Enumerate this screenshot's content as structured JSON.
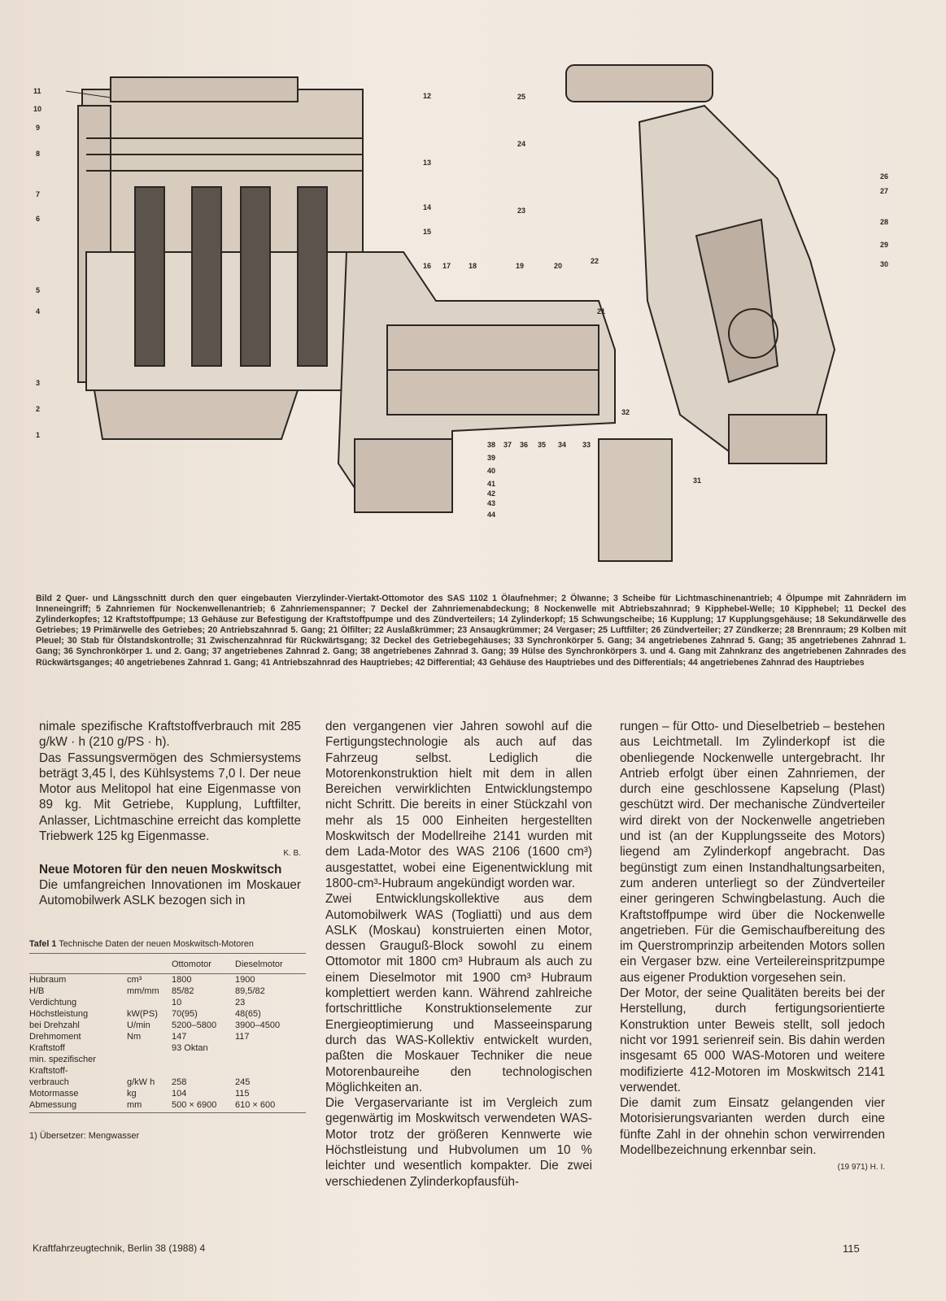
{
  "figure": {
    "label": "Bild 2",
    "caption": " Quer- und Längsschnitt durch den quer eingebauten Vierzylinder-Viertakt-Ottomotor des SAS 1102 1 Ölaufnehmer; 2 Ölwanne; 3 Scheibe für Lichtmaschinenantrieb; 4 Ölpumpe mit Zahnrädern im Inneneingriff; 5 Zahnriemen für Nockenwellenantrieb; 6 Zahnriemenspanner; 7 Deckel der Zahnriemenabdeckung; 8 Nockenwelle mit Abtriebszahnrad; 9 Kipphebel-Welle; 10 Kipphebel; 11 Deckel des Zylinderkopfes; 12 Kraftstoffpumpe; 13 Gehäuse zur Befestigung der Kraftstoffpumpe und des Zündverteilers; 14 Zylinderkopf; 15 Schwungscheibe; 16 Kupplung; 17 Kupplungsgehäuse; 18 Sekundärwelle des Getriebes; 19 Primärwelle des Getriebes; 20 Antriebszahnrad 5. Gang; 21 Ölfilter; 22 Auslaßkrümmer; 23 Ansaugkrümmer; 24 Vergaser; 25 Luftfilter; 26 Zündverteiler; 27 Zündkerze; 28 Brennraum; 29 Kolben mit Pleuel; 30 Stab für Ölstandskontrolle; 31 Zwischenzahnrad für Rückwärtsgang; 32 Deckel des Getriebegehäuses; 33 Synchronkörper 5. Gang; 34 angetriebenes Zahnrad 5. Gang; 35 angetriebenes Zahnrad 1. Gang; 36 Synchronkörper 1. und 2. Gang; 37 angetriebenes Zahnrad 2. Gang; 38 angetriebenes Zahnrad 3. Gang; 39 Hülse des Synchronkörpers 3. und 4. Gang mit Zahnkranz des angetriebenen Zahnrades des Rückwärtsganges; 40 angetriebenes Zahnrad 1. Gang; 41 Antriebszahnrad des Hauptriebes; 42 Differential; 43 Gehäuse des Hauptriebes und des Differentials; 44 angetriebenes Zahnrad des Hauptriebes"
  },
  "col1": {
    "p1": "nimale spezifische Kraftstoffverbrauch mit 285 g/kW · h (210 g/PS · h).",
    "p2": "Das Fassungsvermögen des Schmiersystems beträgt 3,45 l, des Kühlsystems 7,0 l. Der neue Motor aus Melitopol hat eine Eigenmasse von 89 kg. Mit Getriebe, Kupplung, Luftfilter, Anlasser, Lichtmaschine erreicht das komplette Triebwerk 125 kg Eigenmasse.",
    "signature": "K. B.",
    "heading": "Neue Motoren für den neuen Moskwitsch",
    "p3": "Die umfangreichen Innovationen im Moskauer Automobilwerk ASLK bezogen sich in"
  },
  "table": {
    "label": "Tafel 1",
    "caption": " Technische Daten der neuen Moskwitsch-Motoren",
    "headers": [
      "Ottomotor",
      "Dieselmotor"
    ],
    "rows": [
      [
        "Hubraum",
        "cm³",
        "1800",
        "1900"
      ],
      [
        "H/B",
        "mm/mm",
        "85/82",
        "89,5/82"
      ],
      [
        "Verdichtung",
        "",
        "10",
        "23"
      ],
      [
        "Höchstleistung",
        "kW(PS)",
        "70(95)",
        "48(65)"
      ],
      [
        "bei Drehzahl",
        "U/min",
        "5200–5800",
        "3900–4500"
      ],
      [
        "Drehmoment",
        "Nm",
        "147",
        "117"
      ],
      [
        "Kraftstoff",
        "",
        "93 Oktan",
        ""
      ],
      [
        "min. spezifischer",
        "",
        "",
        ""
      ],
      [
        "Kraftstoff-",
        "",
        "",
        ""
      ],
      [
        "verbrauch",
        "g/kW h",
        "258",
        "245"
      ],
      [
        "Motormasse",
        "kg",
        "104",
        "115"
      ],
      [
        "Abmessung",
        "mm",
        "500 × 6900",
        "610 × 600"
      ]
    ],
    "footnote": "1) Übersetzer: Mengwasser"
  },
  "col2": {
    "p1": "den vergangenen vier Jahren sowohl auf die Fertigungstechnologie als auch auf das Fahrzeug selbst. Lediglich die Motorenkonstruktion hielt mit dem in allen Bereichen verwirklichten Entwicklungstempo nicht Schritt. Die bereits in einer Stückzahl von mehr als 15 000 Einheiten hergestellten Moskwitsch der Modellreihe 2141 wurden mit dem Lada-Motor des WAS 2106 (1600 cm³) ausgestattet, wobei eine Eigenentwicklung mit 1800-cm³-Hubraum angekündigt worden war.",
    "p2": "Zwei Entwicklungskollektive aus dem Automobilwerk WAS (Togliatti) und aus dem ASLK (Moskau) konstruierten einen Motor, dessen Grauguß-Block sowohl zu einem Ottomotor mit 1800 cm³ Hubraum als auch zu einem Dieselmotor mit 1900 cm³ Hubraum komplettiert werden kann. Während zahlreiche fortschrittliche Konstruktionselemente zur Energieoptimierung und Masseeinsparung durch das WAS-Kollektiv entwickelt wurden, paßten die Moskauer Techniker die neue Motorenbaureihe den technologischen Möglichkeiten an.",
    "p3": "Die Vergaservariante ist im Vergleich zum gegenwärtig im Moskwitsch verwendeten WAS-Motor trotz der größeren Kennwerte wie Höchstleistung und Hubvolumen um 10 % leichter und wesentlich kompakter. Die zwei verschiedenen Zylinderkopfausfüh-"
  },
  "col3": {
    "p1": "rungen – für Otto- und Dieselbetrieb – bestehen aus Leichtmetall. Im Zylinderkopf ist die obenliegende Nockenwelle untergebracht. Ihr Antrieb erfolgt über einen Zahnriemen, der durch eine geschlossene Kapselung (Plast) geschützt wird. Der mechanische Zündverteiler wird direkt von der Nockenwelle angetrieben und ist (an der Kupplungsseite des Motors) liegend am Zylinderkopf angebracht. Das begünstigt zum einen Instandhaltungsarbeiten, zum anderen unterliegt so der Zündverteiler einer geringeren Schwingbelastung. Auch die Kraftstoffpumpe wird über die Nockenwelle angetrieben. Für die Gemischaufbereitung des im Querstromprinzip arbeitenden Motors sollen ein Vergaser bzw. eine Verteilereinspritzpumpe aus eigener Produktion vorgesehen sein.",
    "p2": "Der Motor, der seine Qualitäten bereits bei der Herstellung, durch fertigungsorientierte Konstruktion unter Beweis stellt, soll jedoch nicht vor 1991 serienreif sein. Bis dahin werden insgesamt 65 000 WAS-Motoren und weitere modifizierte 412-Motoren im Moskwitsch 2141 verwendet.",
    "p3": "Die damit zum Einsatz gelangenden vier Motorisierungsvarianten werden durch eine fünfte Zahl in der ohnehin schon verwirrenden Modellbezeichnung erkennbar sein.",
    "signature": "(19 971) H. I."
  },
  "footer": {
    "journal": "Kraftfahrzeugtechnik, Berlin 38 (1988) 4",
    "page": "115"
  }
}
